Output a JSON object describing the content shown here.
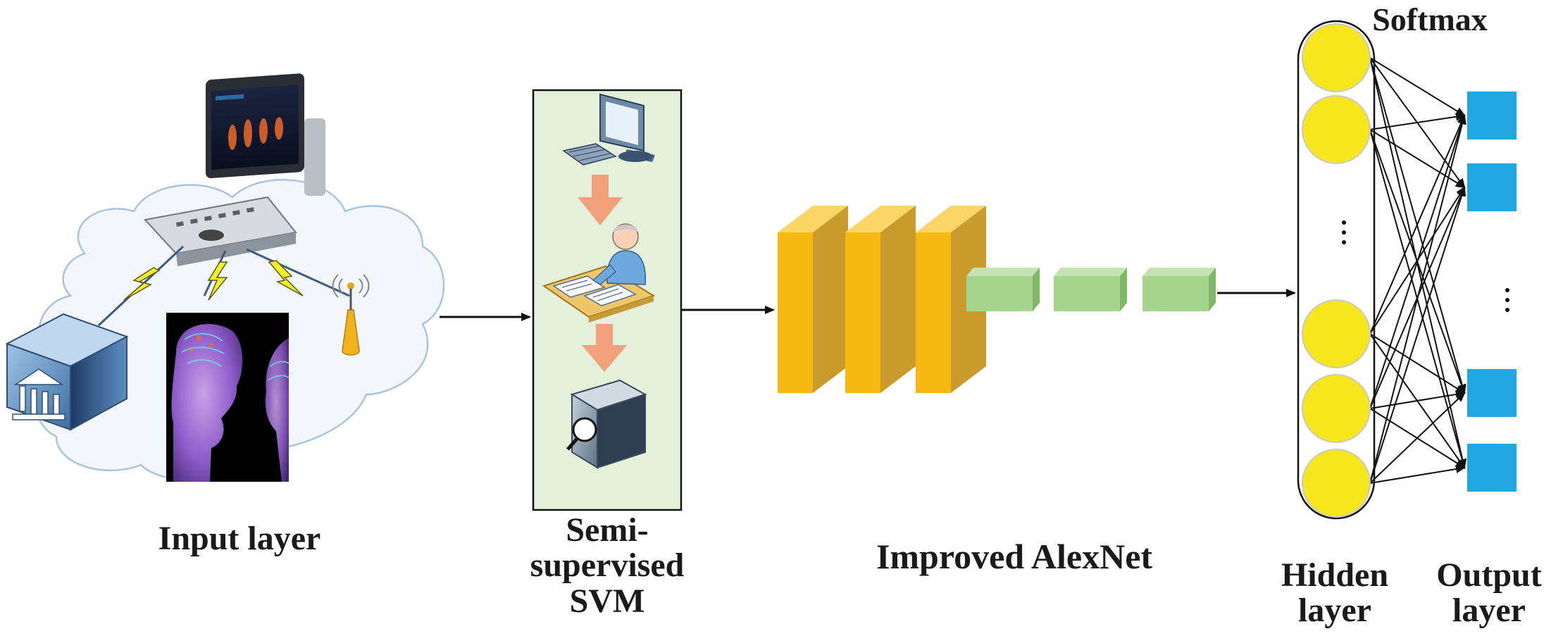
{
  "diagram": {
    "labels": {
      "input_layer": "Input layer",
      "svm": [
        "Semi-",
        "supervised",
        "SVM"
      ],
      "alexnet": "Improved AlexNet",
      "softmax": "Softmax",
      "hidden_layer": [
        "Hidden",
        "layer"
      ],
      "output_layer": [
        "Output",
        "layer"
      ]
    },
    "network": {
      "hidden_nodes_shown": 5,
      "output_nodes_shown": 4
    },
    "colors": {
      "conv_block_front": "#F6B912",
      "conv_block_side": "#C99A2C",
      "conv_block_top": "#FBD565",
      "fc_block_front": "#A6D38E",
      "fc_block_side": "#7FB866",
      "hidden_node": "#F5E61E",
      "output_node": "#22A7E0",
      "svm_panel": "#E4F0DA",
      "cloud_fill": "#F3F7FC",
      "cloud_stroke": "#A9C3E2",
      "lightning": "#F4EE2A",
      "process_arrow": "#F2A27A"
    },
    "icons": [
      "ultrasound-scanner-icon",
      "hospital-building-icon",
      "brain-scan-image",
      "antenna-icon",
      "computer-icon",
      "doctor-at-desk-icon",
      "scanner-device-icon"
    ]
  }
}
